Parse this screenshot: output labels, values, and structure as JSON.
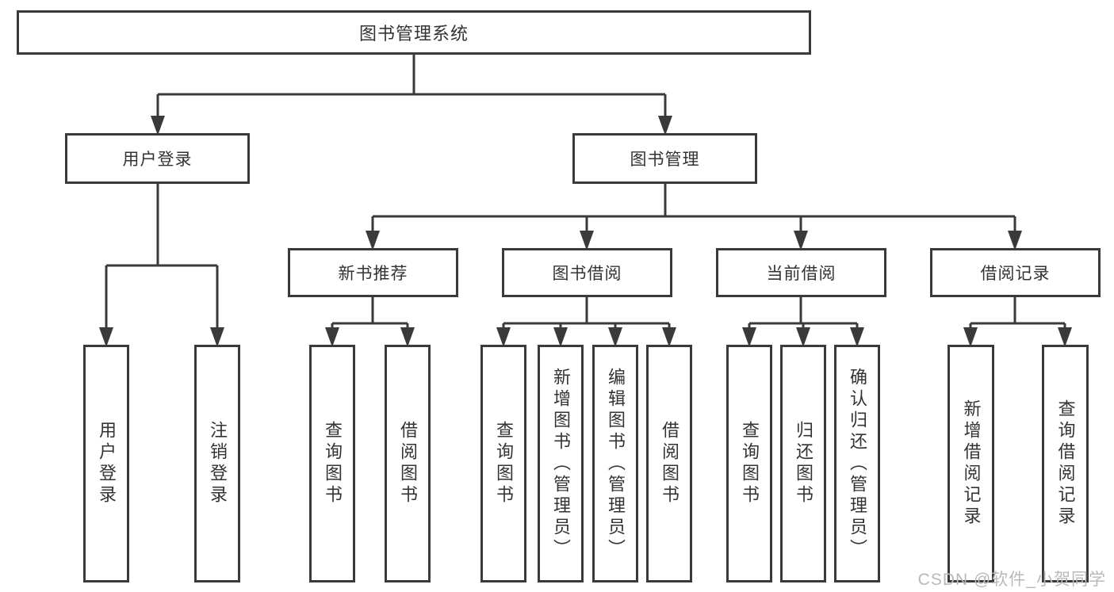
{
  "diagram_title": "图书管理系统",
  "watermark": "CSDN @软件_小贺同学",
  "colors": {
    "line": "#3a3a3a",
    "text": "#333333",
    "watermark": "#b9b9b9",
    "background": "#ffffff"
  },
  "tree": {
    "label": "图书管理系统",
    "children": [
      {
        "label": "用户登录",
        "children": [
          {
            "label": "用户登录"
          },
          {
            "label": "注销登录"
          }
        ]
      },
      {
        "label": "图书管理",
        "children": [
          {
            "label": "新书推荐",
            "children": [
              {
                "label": "查询图书"
              },
              {
                "label": "借阅图书"
              }
            ]
          },
          {
            "label": "图书借阅",
            "children": [
              {
                "label": "查询图书"
              },
              {
                "label": "新增图书（管理员）"
              },
              {
                "label": "编辑图书（管理员）"
              },
              {
                "label": "借阅图书"
              }
            ]
          },
          {
            "label": "当前借阅",
            "children": [
              {
                "label": "查询图书"
              },
              {
                "label": "归还图书"
              },
              {
                "label": "确认归还（管理员）"
              }
            ]
          },
          {
            "label": "借阅记录",
            "children": [
              {
                "label": "新增借阅记录"
              },
              {
                "label": "查询借阅记录"
              }
            ]
          }
        ]
      }
    ]
  }
}
